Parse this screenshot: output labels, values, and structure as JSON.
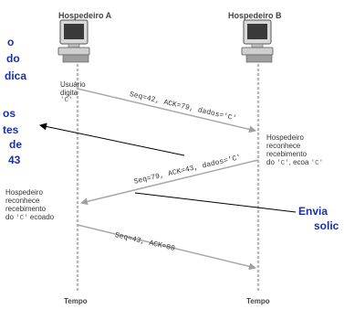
{
  "hosts": {
    "a": {
      "label": "Hospedeiro A",
      "icon": "computer-icon"
    },
    "b": {
      "label": "Hospedeiro B",
      "icon": "computer-icon"
    }
  },
  "messages": [
    {
      "text": "Seq=42, ACK=79, dados='C'"
    },
    {
      "text": "Seq=79, ACK=43, dados='C'"
    },
    {
      "text": "Seq=43, ACK=80"
    }
  ],
  "events": {
    "user_types": {
      "line1": "Usuário",
      "line2": "digita",
      "line3": "'C'"
    },
    "host_b_ack": {
      "line1": "Hospedeiro",
      "line2": "reconhece",
      "line3": "recebimento",
      "line4_prefix": "do ",
      "line4_code1": "'C'",
      "line4_mid": ", ecoa ",
      "line4_code2": "'C'"
    },
    "host_a_ack": {
      "line1": "Hospedeiro",
      "line2": "reconhece",
      "line3": "recebimento",
      "line4_prefix": "do ",
      "line4_code": "'C'",
      "line4_suffix": " ecoado"
    }
  },
  "time_labels": {
    "a": "Tempo",
    "b": "Tempo"
  },
  "annotations_left": {
    "top": [
      "o",
      "do",
      "dica"
    ],
    "middle": [
      "os",
      "tes",
      "de",
      "43"
    ]
  },
  "annotations_right": {
    "line1": "Envia",
    "line2": "solic"
  },
  "colors": {
    "annotation": "#1a2fa8",
    "timeline": "#b8b8b8",
    "arrow": "#a8a8a8"
  }
}
